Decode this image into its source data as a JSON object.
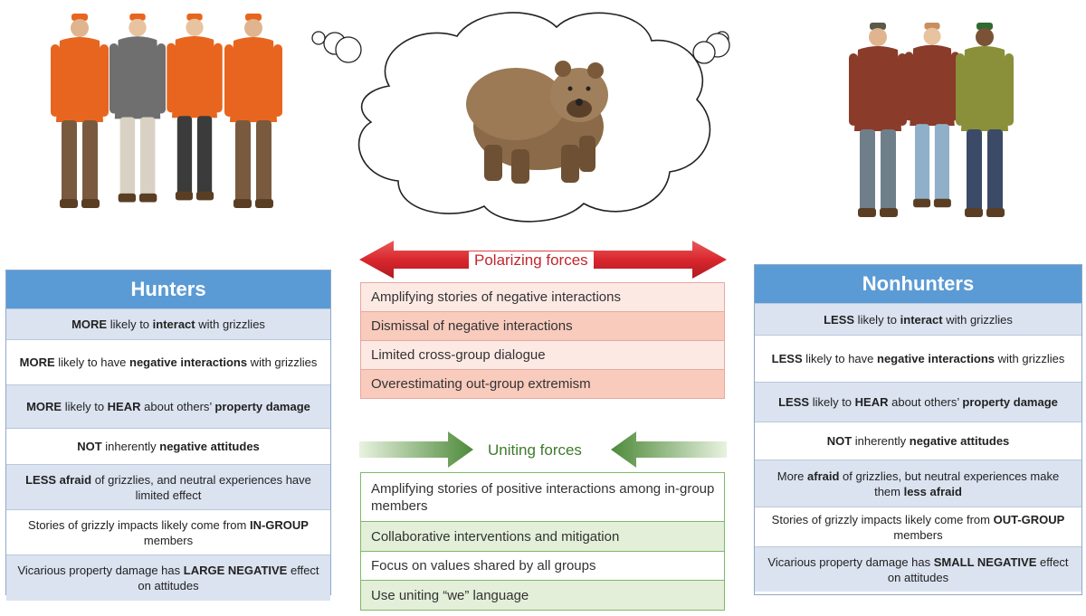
{
  "forces": {
    "polarizing": {
      "title": "Polarizing forces",
      "items": [
        "Amplifying stories of negative interactions",
        "Dismissal of negative interactions",
        "Limited cross-group dialogue",
        "Overestimating out-group extremism"
      ],
      "color": "#d9272e"
    },
    "uniting": {
      "title": "Uniting forces",
      "items": [
        "Amplifying stories of positive interactions among in-group members",
        "Collaborative interventions and mitigation",
        "Focus on values shared by all groups",
        "Use uniting “we” language"
      ],
      "color": "#4e8a3a"
    }
  },
  "hunters": {
    "title": "Hunters",
    "rows": [
      [
        {
          "t": "MORE",
          "b": true
        },
        {
          "t": " likely to "
        },
        {
          "t": "interact",
          "b": true
        },
        {
          "t": " with grizzlies"
        }
      ],
      [
        {
          "t": "MORE",
          "b": true
        },
        {
          "t": " likely to have "
        },
        {
          "t": "negative interactions",
          "b": true
        },
        {
          "t": " with grizzlies"
        }
      ],
      [
        {
          "t": "MORE",
          "b": true
        },
        {
          "t": " likely to "
        },
        {
          "t": "HEAR",
          "b": true
        },
        {
          "t": " about others’ "
        },
        {
          "t": "property damage",
          "b": true
        }
      ],
      [
        {
          "t": "NOT",
          "b": true
        },
        {
          "t": " inherently "
        },
        {
          "t": "negative attitudes",
          "b": true
        }
      ],
      [
        {
          "t": "LESS afraid",
          "b": true
        },
        {
          "t": " of grizzlies, and neutral experiences have limited effect"
        }
      ],
      [
        {
          "t": "Stories of grizzly impacts likely come from "
        },
        {
          "t": "IN-GROUP",
          "b": true
        },
        {
          "t": " members"
        }
      ],
      [
        {
          "t": "Vicarious property damage has "
        },
        {
          "t": "LARGE NEGATIVE",
          "b": true
        },
        {
          "t": " effect on attitudes"
        }
      ]
    ]
  },
  "nonhunters": {
    "title": "Nonhunters",
    "rows": [
      [
        {
          "t": "LESS",
          "b": true
        },
        {
          "t": " likely to "
        },
        {
          "t": "interact",
          "b": true
        },
        {
          "t": " with grizzlies"
        }
      ],
      [
        {
          "t": "LESS",
          "b": true
        },
        {
          "t": " likely to have "
        },
        {
          "t": "negative interactions",
          "b": true
        },
        {
          "t": " with grizzlies"
        }
      ],
      [
        {
          "t": "LESS",
          "b": true
        },
        {
          "t": " likely to "
        },
        {
          "t": "HEAR",
          "b": true
        },
        {
          "t": " about others’ "
        },
        {
          "t": "property damage",
          "b": true
        }
      ],
      [
        {
          "t": "NOT",
          "b": true
        },
        {
          "t": " inherently "
        },
        {
          "t": "negative attitudes",
          "b": true
        }
      ],
      [
        {
          "t": "More "
        },
        {
          "t": "afraid",
          "b": true
        },
        {
          "t": " of grizzlies, but neutral experiences make them "
        },
        {
          "t": "less afraid",
          "b": true
        }
      ],
      [
        {
          "t": "Stories of grizzly impacts likely come from "
        },
        {
          "t": "OUT-GROUP",
          "b": true
        },
        {
          "t": " members"
        }
      ],
      [
        {
          "t": "Vicarious property damage has "
        },
        {
          "t": "SMALL NEGATIVE",
          "b": true
        },
        {
          "t": " effect on attitudes"
        }
      ]
    ]
  },
  "colors": {
    "panel_header": "#5b9bd5",
    "hunter_orange": "#e8651f"
  },
  "illustrations": [
    "hunters-group-illustration",
    "grizzly-bear-illustration",
    "nonhunters-group-illustration",
    "thought-cloud"
  ]
}
